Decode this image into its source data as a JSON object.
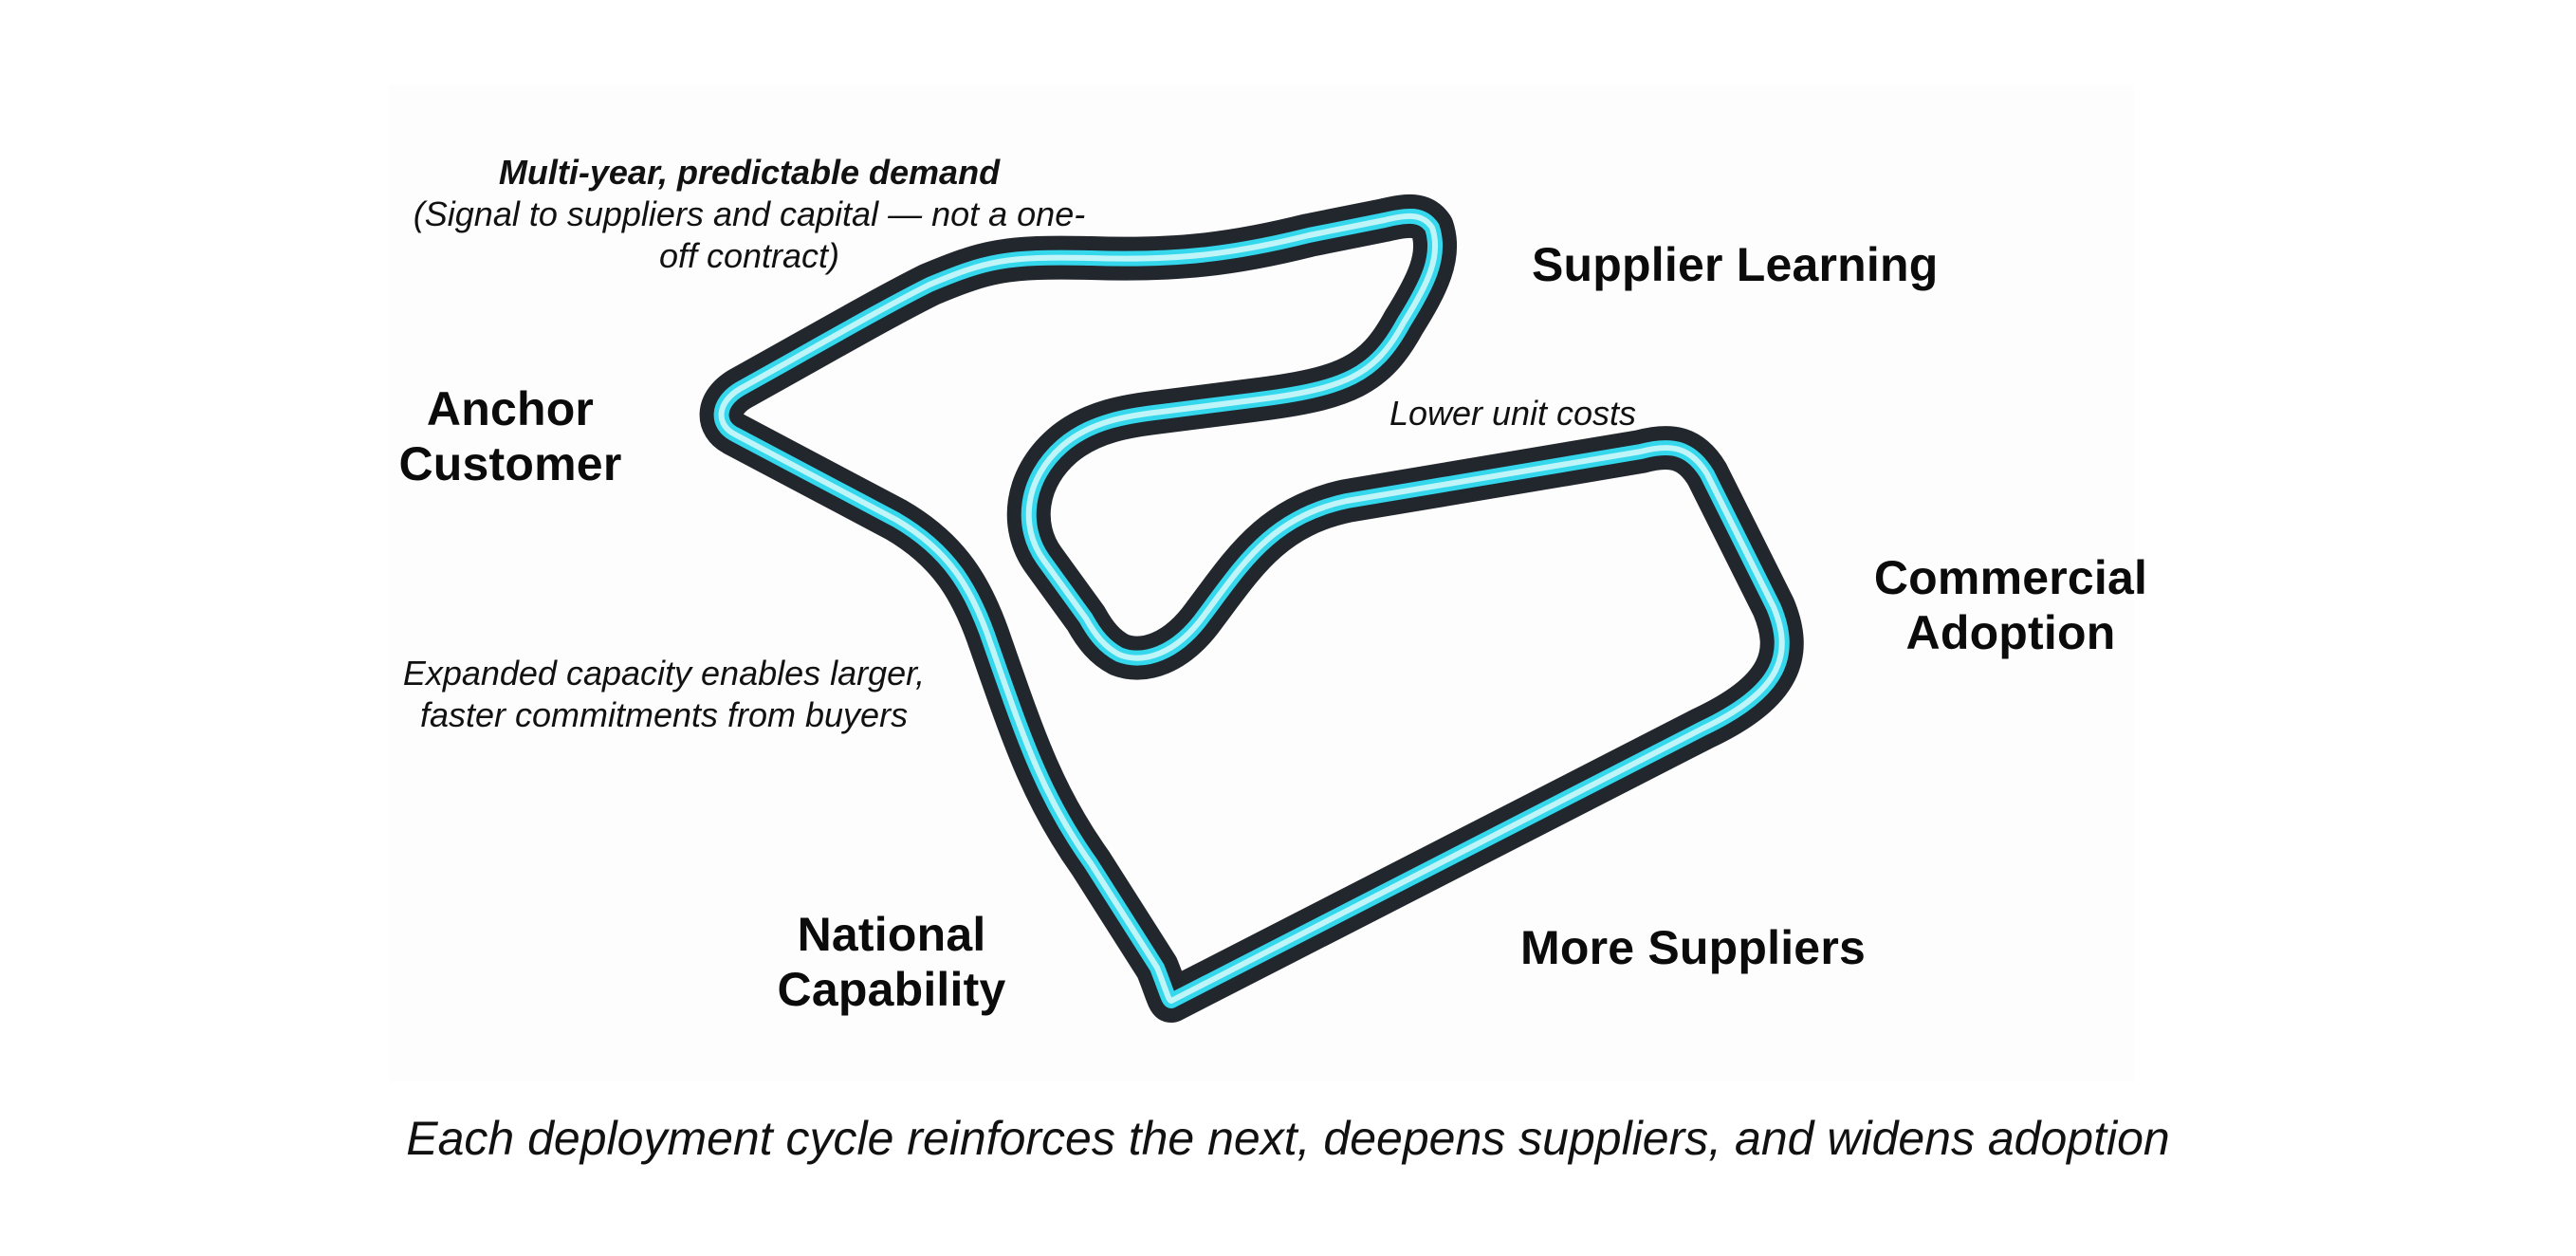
{
  "nodes": {
    "anchor_customer": [
      "Anchor",
      "Customer"
    ],
    "supplier_learning": "Supplier Learning",
    "commercial_adoption": [
      "Commercial",
      "Adoption"
    ],
    "more_suppliers": "More Suppliers",
    "national_capability": [
      "National",
      "Capability"
    ]
  },
  "notes": {
    "demand_title": "Multi-year, predictable demand",
    "demand_detail": [
      "(Signal to suppliers and capital — not a one-",
      "off contract)"
    ],
    "lower_costs": "Lower unit costs",
    "expanded_capacity": [
      "Expanded capacity enables larger,",
      "faster commitments from buyers"
    ]
  },
  "caption": "Each deployment cycle reinforces the next, deepens suppliers, and widens adoption",
  "colors": {
    "track_outline": "#22272d",
    "track_glow": "#35d7ec",
    "track_core": "#bff5f8"
  }
}
